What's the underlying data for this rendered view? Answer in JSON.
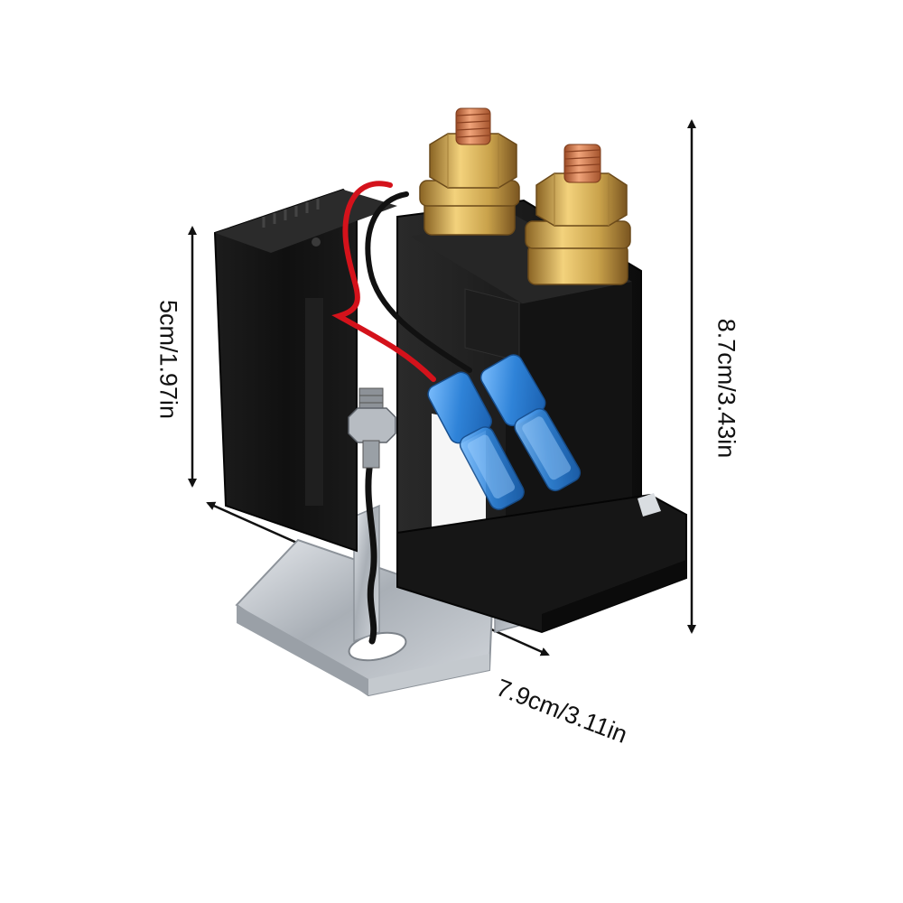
{
  "product": {
    "height_label": "5cm/1.97in",
    "total_height_label": "8.7cm/3.43in",
    "length_label": "7.9cm/3.11in"
  },
  "colors": {
    "housing": "#151515",
    "copper": "#c8734a",
    "brass": "#c9a24b",
    "bracket": "#b9bec4",
    "wire_red": "#d4121b",
    "wire_black": "#111111",
    "connector_blue": "#3b8fe0",
    "dimension_line": "#111111"
  }
}
